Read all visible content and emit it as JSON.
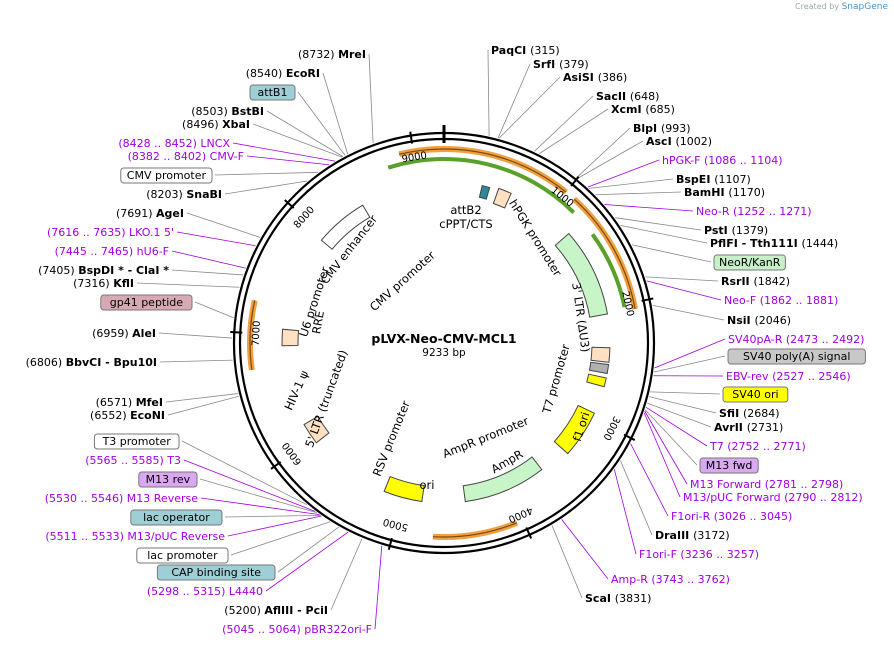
{
  "credit": {
    "prefix": "Created by",
    "brand": "SnapGene"
  },
  "plasmid": {
    "name": "pLVX-Neo-CMV-MCL1",
    "size": "9233 bp"
  },
  "ticks": [
    "1000",
    "2000",
    "3000",
    "4000",
    "5000",
    "6000",
    "7000",
    "8000",
    "9000"
  ],
  "features_on_map": [
    "CMV enhancer",
    "CMV promoter",
    "U6 promoter",
    "RRE",
    "5' LTR (truncated)",
    "HIV-1 ψ",
    "RSV promoter",
    "attB2",
    "cPPT/CTS",
    "hPGK promoter",
    "3' LTR (ΔU3)",
    "T7 promoter",
    "f1 ori",
    "AmpR promoter",
    "AmpR",
    "ori"
  ],
  "left_labels": [
    {
      "pos": "(8732)",
      "name": "MreI"
    },
    {
      "pos": "(8540)",
      "name": "EcoRI"
    },
    {
      "box": "attB1"
    },
    {
      "pos": "(8503)",
      "name": "BstBI"
    },
    {
      "pos": "(8496)",
      "name": "XbaI"
    },
    {
      "primer": "(8428 .. 8452)  LNCX"
    },
    {
      "primer": "(8382 .. 8402)  CMV-F"
    },
    {
      "box": "CMV promoter"
    },
    {
      "pos": "(8203)",
      "name": "SnaBI"
    },
    {
      "pos": "(7691)",
      "name": "AgeI"
    },
    {
      "primer": "(7616 .. 7635)  LKO.1 5'"
    },
    {
      "primer": "(7445 .. 7465)  hU6-F"
    },
    {
      "pos": "(7405)",
      "name": "BspDI * - ClaI *"
    },
    {
      "pos": "(7316)",
      "name": "KflI"
    },
    {
      "box": "gp41 peptide"
    },
    {
      "pos": "(6959)",
      "name": "AleI"
    },
    {
      "pos": "(6806)",
      "name": "BbvCI - Bpu10I"
    },
    {
      "pos": "(6571)",
      "name": "MfeI"
    },
    {
      "pos": "(6552)",
      "name": "EcoNI"
    },
    {
      "box": "T3 promoter"
    },
    {
      "primer": "(5565 .. 5585)  T3"
    },
    {
      "box": "M13 rev"
    },
    {
      "primer": "(5530 .. 5546)  M13 Reverse"
    },
    {
      "box": "lac operator"
    },
    {
      "primer": "(5511 .. 5533)  M13/pUC Reverse"
    },
    {
      "box": "lac promoter"
    },
    {
      "box": "CAP binding site"
    },
    {
      "primer": "(5298 .. 5315)  L4440"
    },
    {
      "pos": "(5200)",
      "name": "AflIII - PciI"
    },
    {
      "primer": "(5045 .. 5064)  pBR322ori-F"
    }
  ],
  "right_labels": [
    {
      "name": "PaqCI",
      "pos": "(315)"
    },
    {
      "name": "SrfI",
      "pos": "(379)"
    },
    {
      "name": "AsiSI",
      "pos": "(386)"
    },
    {
      "name": "SacII",
      "pos": "(648)"
    },
    {
      "name": "XcmI",
      "pos": "(685)"
    },
    {
      "name": "BlpI",
      "pos": "(993)"
    },
    {
      "name": "AscI",
      "pos": "(1002)"
    },
    {
      "primer": "hPGK-F   (1086 .. 1104)"
    },
    {
      "name": "BspEI",
      "pos": "(1107)"
    },
    {
      "name": "BamHI",
      "pos": "(1170)"
    },
    {
      "primer": "Neo-R   (1252 .. 1271)"
    },
    {
      "name": "PstI",
      "pos": "(1379)"
    },
    {
      "name": "PflFI - Tth111I",
      "pos": "(1444)"
    },
    {
      "box": "NeoR/KanR"
    },
    {
      "name": "RsrII",
      "pos": "(1842)"
    },
    {
      "primer": "Neo-F   (1862 .. 1881)"
    },
    {
      "name": "NsiI",
      "pos": "(2046)"
    },
    {
      "primer": "SV40pA-R   (2473 .. 2492)"
    },
    {
      "box": "SV40 poly(A) signal"
    },
    {
      "primer": "EBV-rev   (2527 .. 2546)"
    },
    {
      "box": "SV40 ori"
    },
    {
      "name": "SfiI",
      "pos": "(2684)"
    },
    {
      "name": "AvrII",
      "pos": "(2731)"
    },
    {
      "primer": "T7   (2752 .. 2771)"
    },
    {
      "box": "M13 fwd"
    },
    {
      "primer": "M13 Forward   (2781 .. 2798)"
    },
    {
      "primer": "M13/pUC Forward   (2790 .. 2812)"
    },
    {
      "primer": "F1ori-R   (3026 .. 3045)"
    },
    {
      "name": "DraIII",
      "pos": "(3172)"
    },
    {
      "primer": "F1ori-F   (3236 .. 3257)"
    },
    {
      "primer": "Amp-R   (3743 .. 3762)"
    },
    {
      "name": "ScaI",
      "pos": "(3831)"
    }
  ],
  "colors": {
    "primer": "#a000e0",
    "box_blue": "#9ecfd6",
    "box_pink": "#d8a8b4",
    "box_violet": "#d9a8f0",
    "box_green": "#c8f0c8",
    "box_gray": "#c8c8c8",
    "box_yellow": "#ffff00",
    "orange_arc": "#f0a040",
    "green_arc": "#5aa02a"
  }
}
